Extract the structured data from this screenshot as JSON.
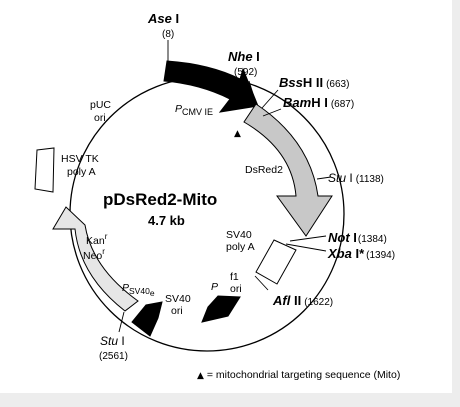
{
  "plasmid": {
    "name": "pDsRed2-Mito",
    "size": "4.7 kb"
  },
  "sites": {
    "ase": {
      "italic": "Ase",
      "roman": " I",
      "pos": "(8)"
    },
    "nhe": {
      "italic": "Nhe",
      "roman": " I",
      "pos": "(592)"
    },
    "bss": {
      "italic": "Bss",
      "roman": "H II",
      "pos": "(663)"
    },
    "bam": {
      "italic": "Bam",
      "roman": "H I",
      "pos": "(687)"
    },
    "stu1": {
      "italic": "Stu",
      "roman": " I",
      "pos": "(1138)"
    },
    "not": {
      "italic": "Not",
      "roman": " I",
      "pos": "(1384)"
    },
    "xba": {
      "italic": "Xba",
      "roman": " I*",
      "pos": "(1394)"
    },
    "afl": {
      "italic": "Afl",
      "roman": " II",
      "pos": "(1622)"
    },
    "stu2": {
      "italic": "Stu",
      "roman": " I",
      "pos": "(2561)"
    }
  },
  "features": {
    "pcmv_p": "P",
    "pcmv_sub": "CMV IE",
    "dsred2": "DsRed2",
    "sv40_polya_1": "SV40",
    "sv40_polya_2": "poly A",
    "f1_p": "P",
    "f1_1": "f1",
    "f1_2": "ori",
    "sv40_ori_1": "SV40",
    "sv40_ori_2": "ori",
    "psv40_p": "P",
    "psv40_sub": "SV40",
    "psv40_e": "e",
    "kan": "Kan",
    "kan_sup": "r",
    "neo": "Neo",
    "neo_sup": "r",
    "hsv_1": "HSV TK",
    "hsv_2": "poly A",
    "puc_1": "pUC",
    "puc_2": "ori"
  },
  "legend": {
    "symbol": "▲",
    "text": " = mitochondrial targeting sequence (Mito)"
  },
  "colors": {
    "promoter": "#000000",
    "dsred2_arrow": "#c8c8c8",
    "kan_neo_arrow": "#e6e6e6",
    "polya_box": "#ffffff",
    "outline": "#000000"
  }
}
